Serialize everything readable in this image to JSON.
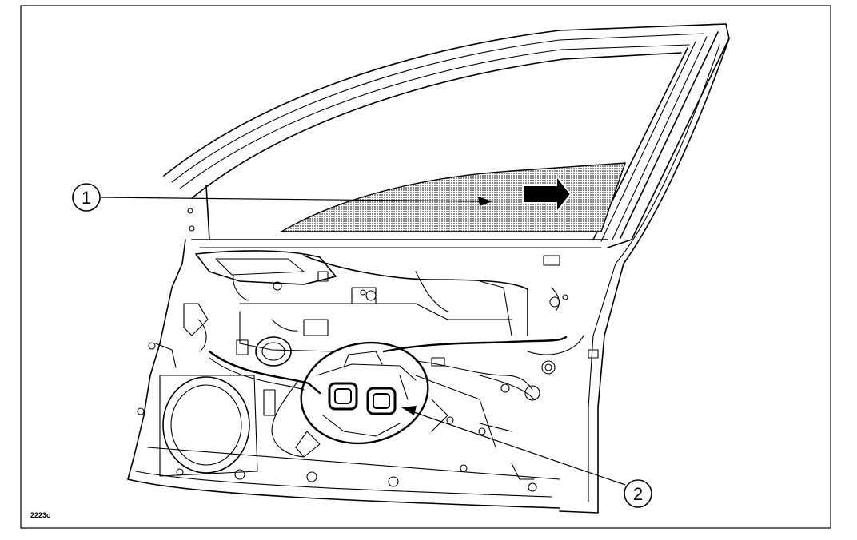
{
  "figure": {
    "reference_code": "2223c",
    "callouts": [
      {
        "id": "callout-1",
        "label": "1"
      },
      {
        "id": "callout-2",
        "label": "2"
      }
    ],
    "colors": {
      "line": "#000000",
      "background": "#ffffff",
      "glass_shade": "#b5b5b5"
    }
  }
}
